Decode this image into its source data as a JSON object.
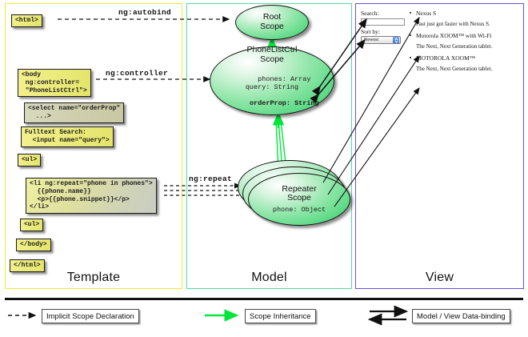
{
  "panels": {
    "template": {
      "label": "Template",
      "border_color": "#f2e933"
    },
    "model": {
      "label": "Model",
      "border_color": "#4cdfa0"
    },
    "view": {
      "label": "View",
      "border_color": "#6a4fe0"
    }
  },
  "template_boxes": [
    {
      "id": "html-open",
      "text": "<html>"
    },
    {
      "id": "body-open",
      "text": "<body\n ng:controller=\n \"PhoneListCtrl\">"
    },
    {
      "id": "select",
      "text": "<select name=\"orderProp\"\n  ...>"
    },
    {
      "id": "fulltext",
      "text": "Fulltext Search:\n  <input name=\"query\">"
    },
    {
      "id": "ul-open",
      "text": "<ul>"
    },
    {
      "id": "li-repeat",
      "text": "<li ng:repeat=\"phone in phones\">\n  {{phone.name}}\n  <p>{{phone.snippet}}</p>\n</li>"
    },
    {
      "id": "ul-close",
      "text": "<ul>"
    },
    {
      "id": "body-close",
      "text": "</body>"
    },
    {
      "id": "html-close",
      "text": "</html>"
    }
  ],
  "connector_labels": {
    "autobind": "ng:autobind",
    "controller": "ng:controller",
    "repeat": "ng:repeat"
  },
  "scopes": [
    {
      "id": "root",
      "title": "Root\nScope",
      "props": ""
    },
    {
      "id": "phonelist",
      "title": "PhoneListCtrl\nScope",
      "props_plain": "phones: Array\nquery: String",
      "props_bold": "orderProp: String"
    },
    {
      "id": "repeater",
      "title": "Repeater\nScope",
      "props": "phone: Object"
    }
  ],
  "view": {
    "search_label": "Search:",
    "search_value": "",
    "sort_label": "Sort by:",
    "sort_selected": "Newest",
    "phones": [
      {
        "name": "Nexus S",
        "snippet": "Fast just got faster with Nexus S."
      },
      {
        "name": "Motorola XOOM™ with Wi-Fi",
        "snippet": "The Next, Next Generation tablet."
      },
      {
        "name": "MOTOROLA XOOM™",
        "snippet": "The Next, Next Generation tablet."
      }
    ]
  },
  "legend": [
    {
      "id": "implicit",
      "label": "Implicit Scope Declaration",
      "style": "dashed",
      "color": "#111111"
    },
    {
      "id": "inheritance",
      "label": "Scope Inheritance",
      "style": "solid",
      "color": "#00e63c"
    },
    {
      "id": "databinding",
      "label": "Model / View Data-binding",
      "style": "double",
      "color": "#111111"
    }
  ]
}
